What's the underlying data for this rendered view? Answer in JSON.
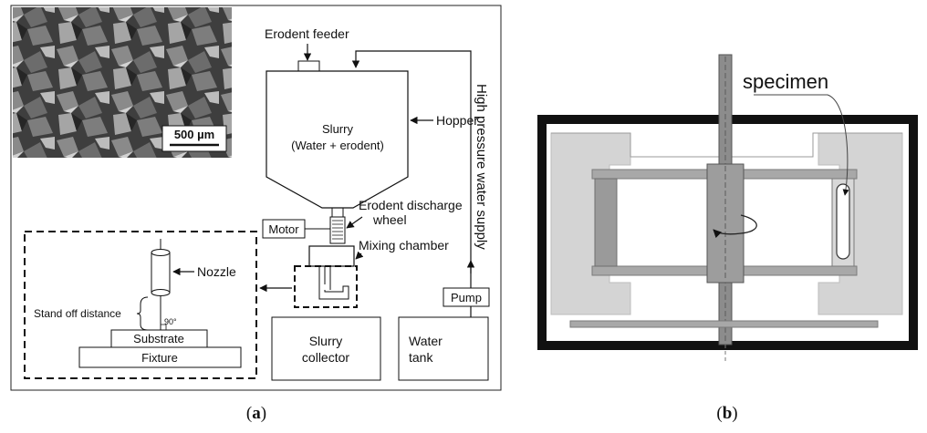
{
  "panel_a": {
    "caption": "(a)",
    "micrograph": {
      "scale_bar_label": "500 µm"
    },
    "labels": {
      "erodent_feeder": "Erodent feeder",
      "slurry": "Slurry",
      "slurry_composition": "(Water + erodent)",
      "hopper": "Hopper",
      "high_pressure_water_supply": "High pressure water supply",
      "erodent_discharge_line1": "Erodent discharge",
      "erodent_discharge_line2": "wheel",
      "motor": "Motor",
      "mixing_chamber": "Mixing chamber",
      "nozzle": "Nozzle",
      "stand_off_distance": "Stand off distance",
      "angle": "90°",
      "substrate": "Substrate",
      "fixture": "Fixture",
      "slurry_collector_line1": "Slurry",
      "slurry_collector_line2": "collector",
      "pump": "Pump",
      "water_tank_line1": "Water",
      "water_tank_line2": "tank"
    }
  },
  "panel_b": {
    "caption": "(b)",
    "labels": {
      "specimen": "specimen"
    }
  }
}
